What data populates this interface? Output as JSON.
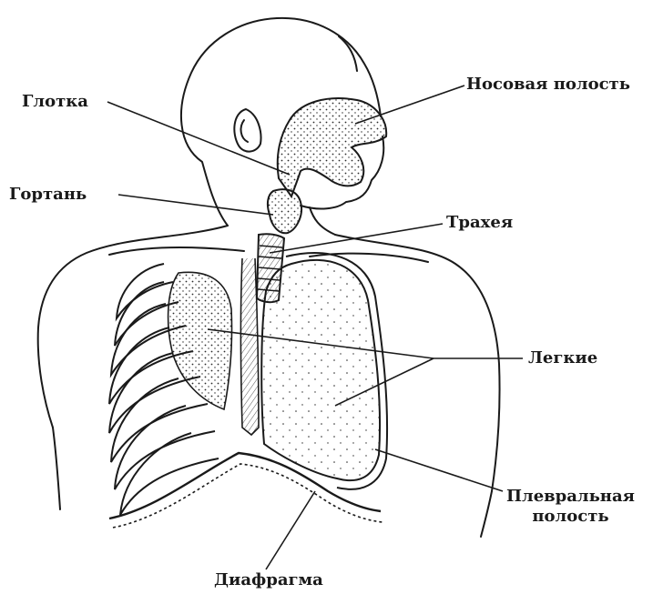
{
  "labels": {
    "nasal_cavity": "Носовая полость",
    "pharynx": "Глотка",
    "larynx": "Гортань",
    "trachea": "Трахея",
    "lungs": "Легкие",
    "pleural_cavity_line1": "Плевральная",
    "pleural_cavity_line2": "полость",
    "diaphragm": "Диафрагма"
  },
  "colors": {
    "ink": "#1a1a1a",
    "background": "#ffffff",
    "stipple": "#2b2b2b"
  }
}
